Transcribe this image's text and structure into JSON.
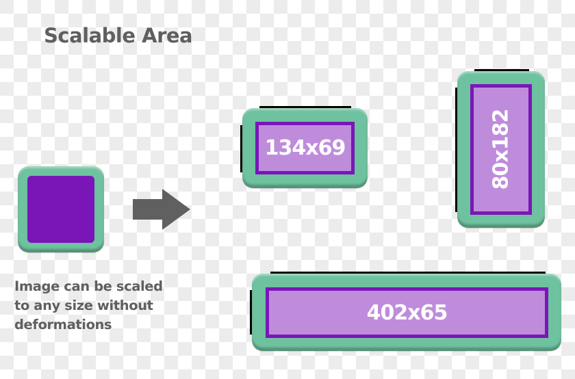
{
  "title": "Scalable Area",
  "caption": {
    "lines": [
      "Image can be scaled",
      "to any size without",
      "deformations"
    ]
  },
  "arrow_icon": "right-arrow-icon",
  "colors": {
    "tile_green": "#6fc29f",
    "inner_purple": "#7a16b8",
    "inner_light_purple": "#bf8cdc",
    "text_gray": "#5f5f5f",
    "label_white": "#ffffff"
  },
  "examples": [
    {
      "label": "134x69",
      "orientation": "horizontal"
    },
    {
      "label": "80x182",
      "orientation": "vertical"
    },
    {
      "label": "402x65",
      "orientation": "horizontal"
    }
  ]
}
